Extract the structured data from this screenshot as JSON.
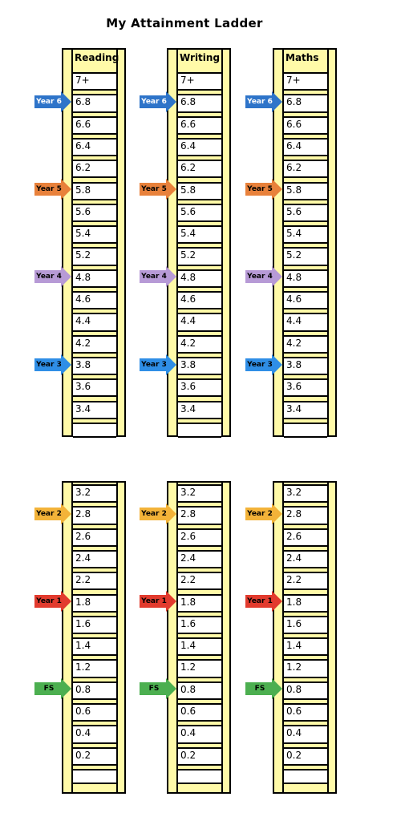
{
  "title": "My Attainment Ladder",
  "subjects": [
    "Reading",
    "Writing",
    "Maths"
  ],
  "top_rungs": [
    "7+",
    "6.8",
    "6.6",
    "6.4",
    "6.2",
    "5.8",
    "5.6",
    "5.4",
    "5.2",
    "4.8",
    "4.6",
    "4.4",
    "4.2",
    "3.8",
    "3.6",
    "3.4"
  ],
  "bottom_rungs": [
    "3.2",
    "2.8",
    "2.6",
    "2.4",
    "2.2",
    "1.8",
    "1.6",
    "1.4",
    "1.2",
    "0.8",
    "0.6",
    "0.4",
    "0.2"
  ],
  "top_markers": [
    {
      "label": "Year 6",
      "level": "6.8",
      "color": "#2e74c9",
      "text_color": "#ffffff"
    },
    {
      "label": "Year 5",
      "level": "5.8",
      "color": "#e8813b",
      "text_color": "#000000"
    },
    {
      "label": "Year 4",
      "level": "4.8",
      "color": "#b79ad6",
      "text_color": "#000000"
    },
    {
      "label": "Year 3",
      "level": "3.8",
      "color": "#2f8ee6",
      "text_color": "#000000"
    }
  ],
  "bottom_markers": [
    {
      "label": "Year 2",
      "level": "2.8",
      "color": "#f3b339",
      "text_color": "#000000"
    },
    {
      "label": "Year 1",
      "level": "1.8",
      "color": "#e23b2e",
      "text_color": "#000000"
    },
    {
      "label": "FS",
      "level": "0.8",
      "color": "#4caf50",
      "text_color": "#000000"
    }
  ],
  "colors": {
    "ladder_fill": "#fffaa8",
    "rung_fill": "#ffffff",
    "line": "#000000"
  }
}
